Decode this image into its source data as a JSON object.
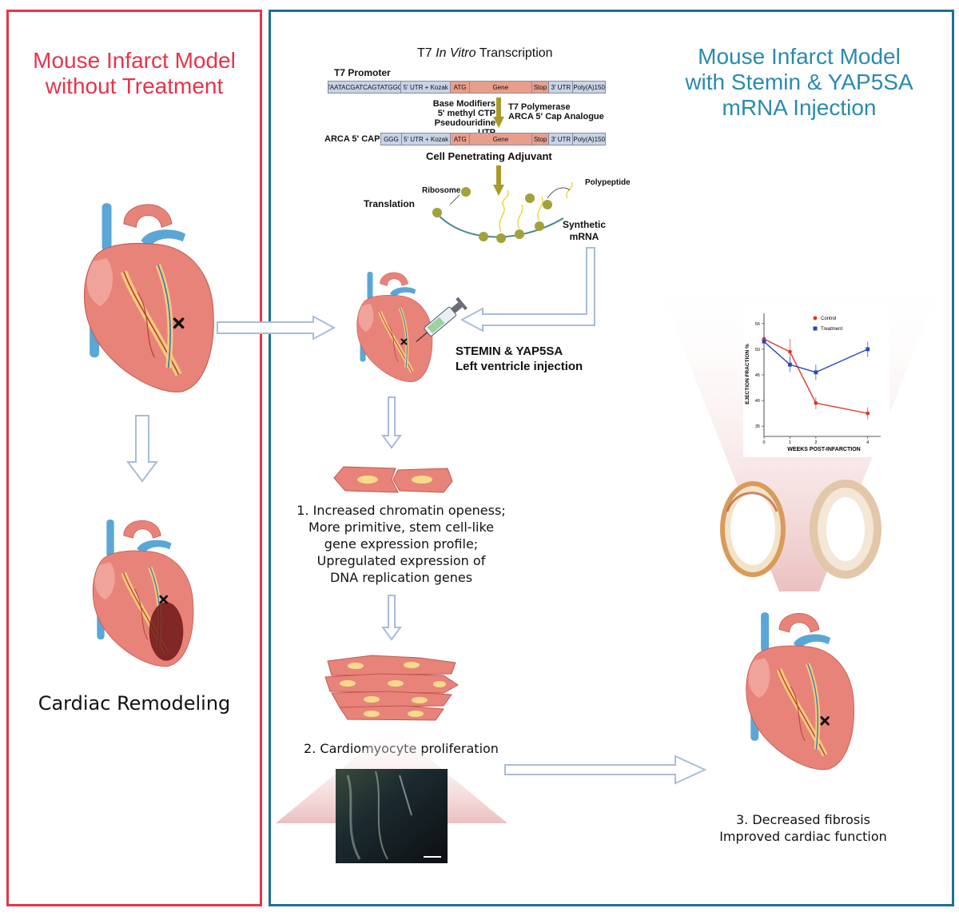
{
  "left_panel": {
    "title_lines": [
      "Mouse Infarct Model",
      "without Treatment"
    ],
    "outcome": "Cardiac Remodeling"
  },
  "right_panel": {
    "title_lines": [
      "Mouse Infarct Model",
      "with Stemin & YAP5SA",
      "mRNA Injection"
    ]
  },
  "transcription": {
    "title_prefix": "T7 ",
    "title_italic": "In Vitro",
    "title_suffix": " Transcription",
    "promoter_label": "T7 Promoter",
    "template_bar": [
      "TAATACGATCAGTATGGG",
      "5' UTR + Kozak",
      "ATG",
      "Gene",
      "Stop",
      "3' UTR",
      "Poly(A)150"
    ],
    "left_reagents": [
      "Base Modifiers",
      "5' methyl CTP",
      "Pseudouridine UTP"
    ],
    "right_reagents": [
      "T7 Polymerase",
      "ARCA 5' Cap Analogue"
    ],
    "cap_label": "ARCA 5' CAP",
    "product_bar": [
      "GGG",
      "5' UTR + Kozak",
      "ATG",
      "Gene",
      "Stop",
      "3' UTR",
      "Poly(A)150"
    ],
    "adjuvant": "Cell  Penetrating Adjuvant"
  },
  "translation": {
    "label": "Translation",
    "ribosome": "Ribosome",
    "polypeptide": "Polypeptide",
    "mrna_lines": [
      "Synthetic",
      "mRNA"
    ]
  },
  "injection": {
    "lines": [
      "STEMIN & YAP5SA",
      "Left ventricle injection"
    ]
  },
  "step1": {
    "lines": [
      "1. Increased chromatin openess;",
      "More primitive, stem cell-like",
      "gene expression profile;",
      "Upregulated expression of",
      "DNA replication genes"
    ]
  },
  "step2": {
    "label": "2. Cardiomyocyte proliferation"
  },
  "step3": {
    "lines": [
      "3. Decreased fibrosis",
      "Improved cardiac function"
    ]
  },
  "colors": {
    "left_border": "#e8334a",
    "right_border": "#1e6f98",
    "left_title": "#e8334a",
    "right_title": "#2a8ab0",
    "arrow_outline": "#a9bcd8",
    "reagent_arrow": "#a89a2a",
    "heart_red": "#e8837a",
    "vessel_blue": "#5aa7d6",
    "control": "#d93a2b",
    "treatment": "#2a47b8"
  },
  "chart_data": {
    "type": "line",
    "title": "",
    "xlabel": "WEEKS POST-INFARCTION",
    "ylabel": "EJECTION FRACTION %",
    "x_ticks": [
      "0",
      "1",
      "2",
      "4"
    ],
    "y_ticks": [
      "35",
      "40",
      "45",
      "50",
      "55"
    ],
    "xlim": [
      0,
      4.5
    ],
    "ylim": [
      33,
      57
    ],
    "legend_position": "top-right",
    "series": [
      {
        "name": "Control",
        "color": "#d93a2b",
        "x": [
          0,
          1,
          2,
          4
        ],
        "y": [
          52,
          49.5,
          39.5,
          37.5
        ],
        "err": [
          1.5,
          2.5,
          1.2,
          1.2
        ]
      },
      {
        "name": "Treatment",
        "color": "#2a47b8",
        "x": [
          0,
          1,
          2,
          4
        ],
        "y": [
          51.5,
          47,
          45.5,
          50
        ],
        "err": [
          1.5,
          1.5,
          1.5,
          1.5
        ]
      }
    ]
  }
}
